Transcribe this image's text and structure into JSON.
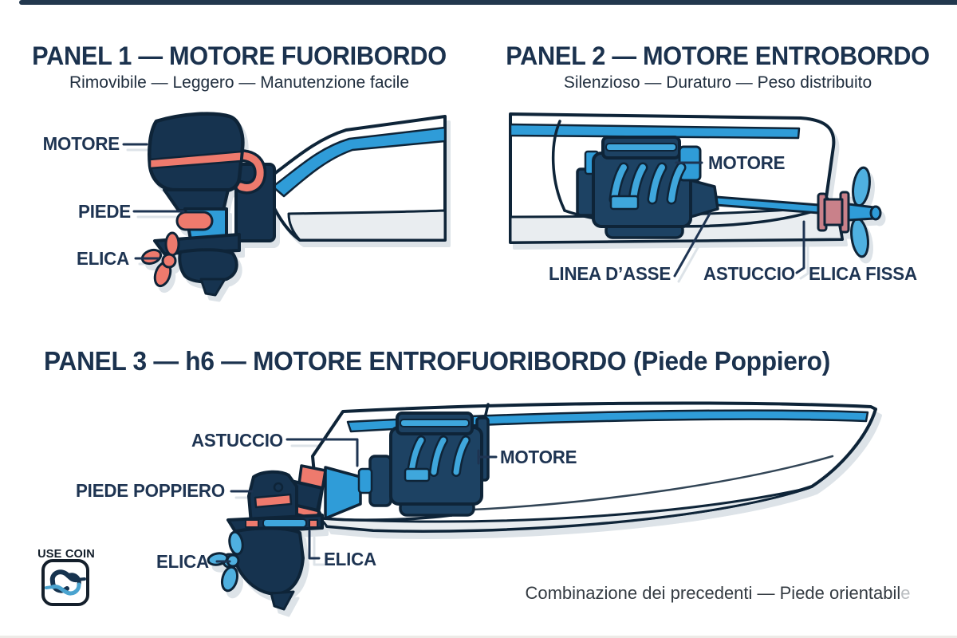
{
  "panel1": {
    "title": "PANEL 1 — MOTORE FUORIBORDO",
    "subtitle": "Rimovibile — Leggero — Manutenzione facile",
    "labels": {
      "motore": "MOTORE",
      "piede": "PIEDE",
      "elica": "ELICA"
    }
  },
  "panel2": {
    "title": "PANEL 2 — MOTORE ENTROBORDO",
    "subtitle": "Silenzioso — Duraturo — Peso distribuito",
    "labels": {
      "motore": "MOTORE",
      "linea_dasse": "LINEA D’ASSE",
      "astuccio": "ASTUCCIO",
      "elica_fissa": "ELICA FISSA"
    }
  },
  "panel3": {
    "title": "PANEL 3 — h6 — MOTORE ENTROFUORIBORDO (Piede Poppiero)",
    "labels": {
      "astuccio": "ASTUCCIO",
      "piede_poppiero": "PIEDE POPPIERO",
      "elica_left": "ELICA",
      "elica_right": "ELICA",
      "motore": "MOTORE"
    },
    "caption": "Combinazione dei precedenti — Piede orientabil",
    "caption_tail": "e"
  },
  "logo": {
    "text": "USE COIN"
  },
  "colors": {
    "navy": "#16334f",
    "outline": "#0e2438",
    "engine_navy": "#1d4263",
    "blue": "#2f9cd8",
    "light_blue": "#4fb0e0",
    "pipe_blue": "#3fa7dc",
    "salmon": "#ee7a6d",
    "rose": "#c9818a",
    "hull_gray": "#e9edf0",
    "label_text": "#1e3452",
    "title_text": "#1b324e",
    "caption_text": "#343b42"
  }
}
